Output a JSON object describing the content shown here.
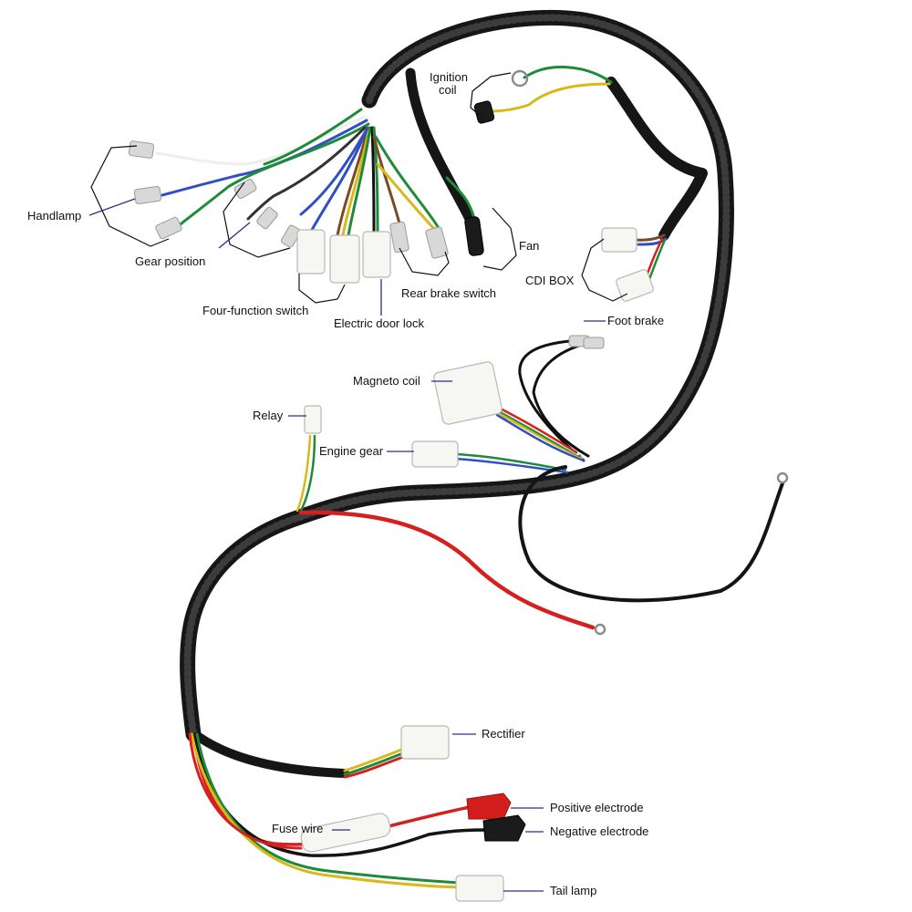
{
  "colors": {
    "sheath": "#161616",
    "red_wire": "#d62020",
    "black_wire": "#141414",
    "green_wire": "#1f8a3a",
    "yellow_wire": "#d8b91c",
    "blue_wire": "#2f4fc6",
    "white_wire": "#eeeeee",
    "brown_wire": "#7a4a22",
    "connector": "#f6f6f2",
    "label_pointer": "#2a2f8a"
  },
  "labels": {
    "ignition_coil_line1": "Ignition",
    "ignition_coil_line2": "coil",
    "handlamp": "Handlamp",
    "gear_position": "Gear position",
    "fan": "Fan",
    "cdi_box": "CDI BOX",
    "rear_brake_switch": "Rear brake switch",
    "four_function_switch": "Four-function switch",
    "electric_door_lock": "Electric door lock",
    "foot_brake": "Foot brake",
    "magneto_coil": "Magneto coil",
    "relay": "Relay",
    "engine_gear": "Engine gear",
    "rectifier": "Rectifier",
    "positive_electrode": "Positive electrode",
    "fuse_wire": "Fuse wire",
    "negative_electrode": "Negative electrode",
    "tail_lamp": "Tail lamp"
  }
}
